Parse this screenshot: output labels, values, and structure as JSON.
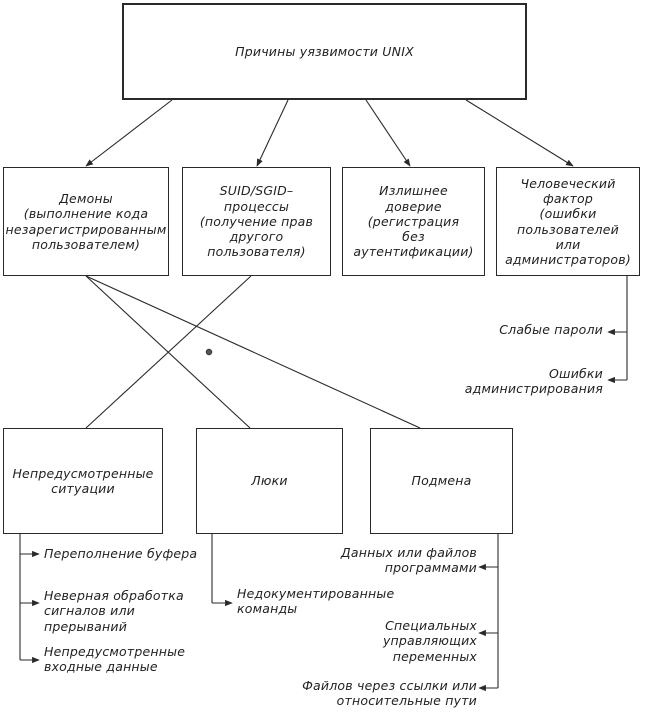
{
  "diagram": {
    "title": "Причины уязвимости UNIX",
    "causes": [
      {
        "id": "daemons",
        "label": "Демоны\n(выполнение кода\nнезарегистрированным\nпользователем)"
      },
      {
        "id": "suid",
        "label": "SUID/SGID–\nпроцессы\n(получение прав\nдругого\nпользователя)"
      },
      {
        "id": "trust",
        "label": "Излишнее\nдоверие\n(регистрация\nбез\nаутентификации)"
      },
      {
        "id": "human",
        "label": "Человеческий\nфактор\n(ошибки\nпользователей\nили\nадминистраторов)"
      }
    ],
    "human_details": [
      "Слабые пароли",
      "Ошибки\nадминистрирования"
    ],
    "effects": [
      {
        "id": "unforeseen",
        "label": "Непредусмотренные\nситуации"
      },
      {
        "id": "hatches",
        "label": "Люки"
      },
      {
        "id": "spoofing",
        "label": "Подмена"
      }
    ],
    "unforeseen_details": [
      "Переполнение буфера",
      "Неверная обработка\nсигналов или\nпрерываний",
      "Непредусмотренные\nвходные данные"
    ],
    "hatches_details": [
      "Недокументированные\nкоманды"
    ],
    "spoofing_details": [
      "Данных или файлов\nпрограммами",
      "Специальных\nуправляющих\nпеременных",
      "Файлов через ссылки или\nотносительные пути"
    ]
  }
}
